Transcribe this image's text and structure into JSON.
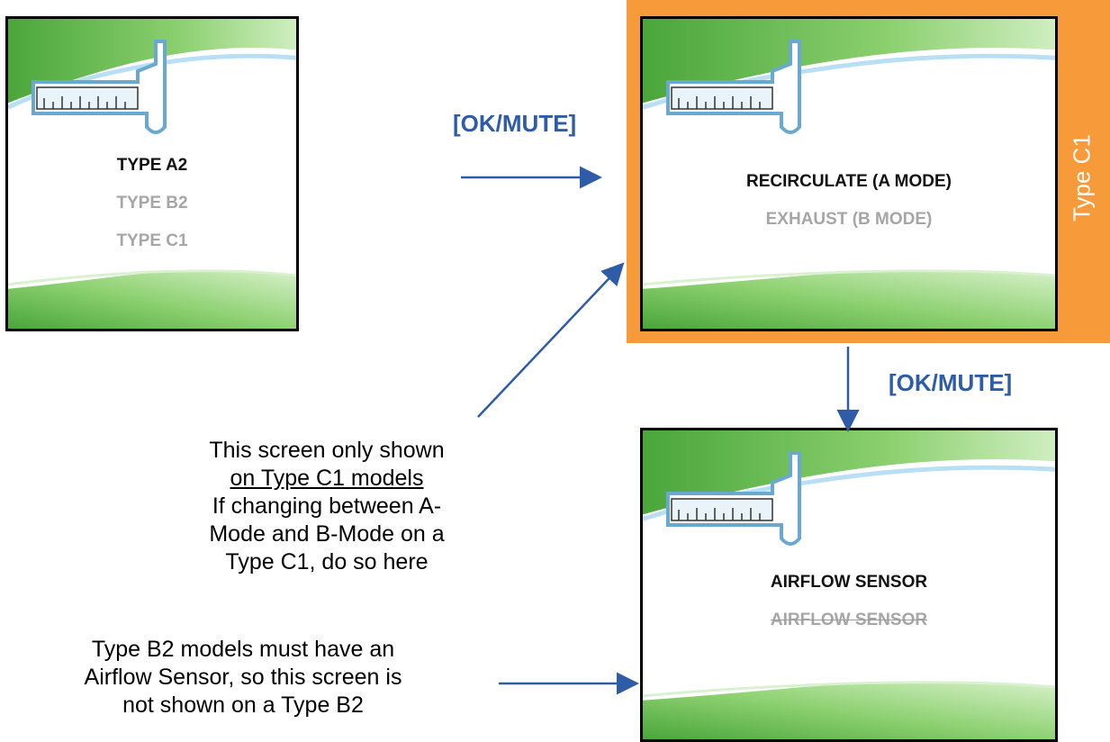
{
  "screens": {
    "type_select": {
      "items": [
        "TYPE A2",
        "TYPE B2",
        "TYPE C1"
      ]
    },
    "mode_select": {
      "items": [
        "RECIRCULATE (A MODE)",
        "EXHAUST (B MODE)"
      ]
    },
    "airflow": {
      "items": [
        "AIRFLOW SENSOR",
        "AIRFLOW SENSOR"
      ]
    }
  },
  "labels": {
    "ok_mute_top": "[OK/MUTE]",
    "ok_mute_right": "[OK/MUTE]",
    "type_c1_tag": "Type C1"
  },
  "notes": {
    "c1_line1": "This screen only shown",
    "c1_line2": "on Type C1 models",
    "c1_line3": "If changing between A-",
    "c1_line4": "Mode and B-Mode on a",
    "c1_line5": "Type C1, do so here",
    "b2_line1": "Type B2 models must have an",
    "b2_line2": "Airflow Sensor, so this screen is",
    "b2_line3": "not shown on a Type B2"
  },
  "colors": {
    "orange_highlight": "#f79a3a",
    "arrow_blue": "#2e5ca8",
    "green_wave": "#5fb446"
  },
  "icons": [
    "caliper-icon"
  ]
}
